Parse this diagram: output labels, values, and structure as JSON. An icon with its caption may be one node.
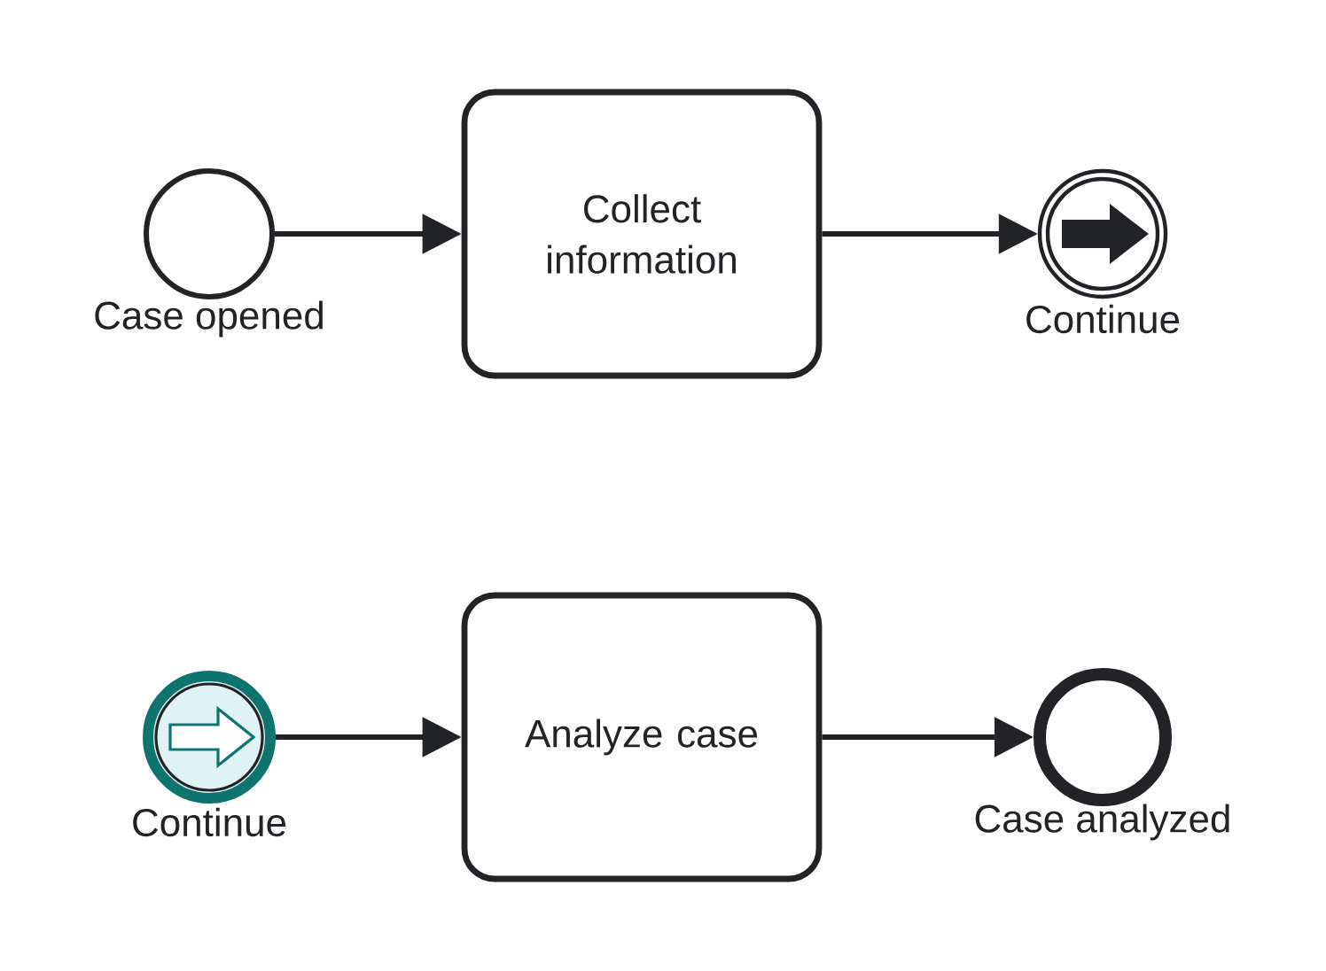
{
  "diagram": {
    "nodes": [
      {
        "text": [],
        "shape": "circle",
        "beside": [
          "Case opened"
        ]
      },
      {
        "text": [
          "Collect information"
        ]
      },
      {
        "text": [],
        "shape": "circle",
        "beside": [
          "Continue"
        ]
      },
      {
        "text": [],
        "shape": "circle",
        "beside": [
          "Continue"
        ]
      },
      {
        "text": [
          "Analyze case"
        ]
      },
      {
        "text": [],
        "shape": "circle",
        "beside": [
          "Case analyzed"
        ]
      }
    ],
    "edges": [
      {
        "from": 0,
        "to": 1,
        "arrow": "to"
      },
      {
        "from": 1,
        "to": 2,
        "arrow": "to"
      },
      {
        "from": 3,
        "to": 4,
        "arrow": "to"
      },
      {
        "from": 4,
        "to": 5,
        "arrow": "to"
      }
    ]
  }
}
